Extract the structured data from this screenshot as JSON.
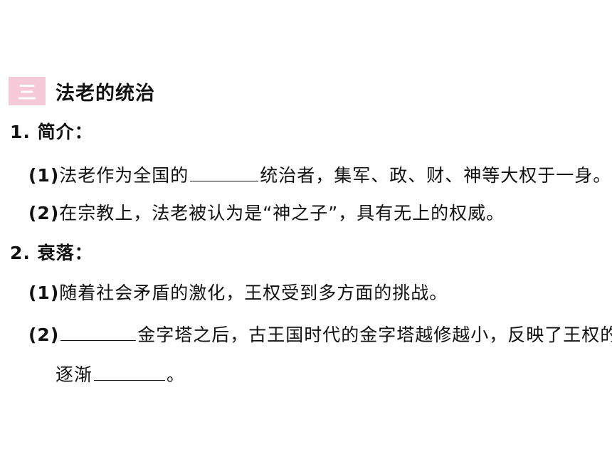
{
  "section": {
    "number": "三",
    "title": "法老的统治"
  },
  "items": {
    "i1_heading": "1. 简介：",
    "i1_1_num": "(1)",
    "i1_1_before": "法老作为全国的",
    "i1_1_after": "统治者，集军、政、财、神等大权于一身。",
    "i1_2_num": "(2)",
    "i1_2_text": "在宗教上，法老被认为是“神之子”，具有无上的权威。",
    "i2_heading": "2. 衰落：",
    "i2_1_num": "(1)",
    "i2_1_text": "随着社会矛盾的激化，王权受到多方面的挑战。",
    "i2_2_num": "(2)",
    "i2_2_after": "金字塔之后，古王国时代的金字塔越修越小，反映了王权的",
    "i2_2_cont_before": "逐渐",
    "i2_2_cont_after": "。"
  }
}
